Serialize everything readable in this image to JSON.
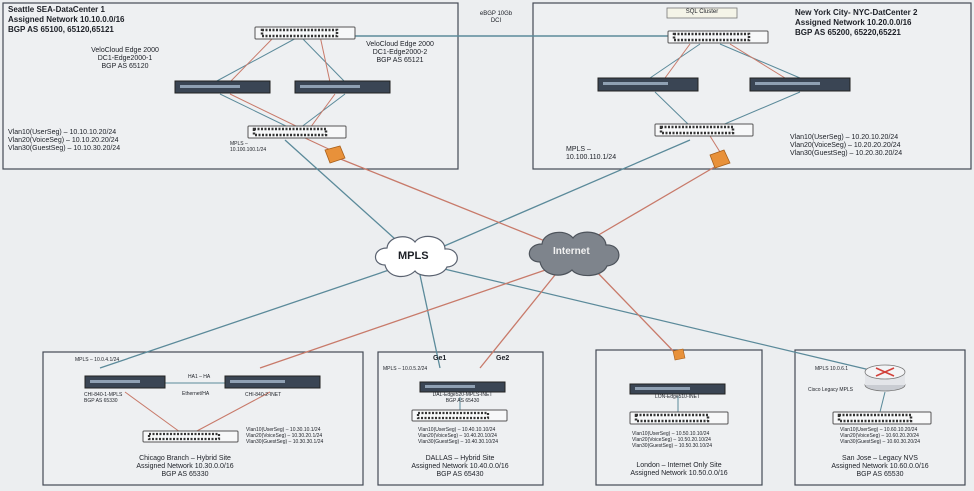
{
  "colors": {
    "mpls_link": "#5b8a9a",
    "internet_link": "#c87a6a",
    "box_border": "#444a55",
    "device_dark": "#2f3b4a",
    "firewall": "#e8913a"
  },
  "seattle": {
    "title": "Seattle SEA-DataCenter 1",
    "network": "Assigned Network 10.10.0.0/16",
    "bgp": "BGP AS 65100, 65120,65121",
    "edge1": [
      "VeloCloud Edge 2000",
      "DC1-Edge2000-1",
      "BGP AS 65120"
    ],
    "edge2": [
      "VeloCloud Edge 2000",
      "DC1-Edge2000-2",
      "BGP AS 65121"
    ],
    "vlans": [
      "Vlan10(UserSeg) – 10.10.10.20/24",
      "Vlan20(VoiceSeg) – 10.10.20.20/24",
      "Vlan30(GuestSeg) – 10.10.30.20/24"
    ],
    "mpls": [
      "MPLS –",
      "10.100.100.1/24"
    ]
  },
  "link": {
    "label": [
      "eBGP 10Gb",
      "DCI"
    ]
  },
  "nyc": {
    "sql": "SQL Cluster",
    "title": "New York City- NYC-DatCenter 2",
    "network": "Assigned Network 10.20.0.0/16",
    "bgp": "BGP AS 65200, 65220,65221",
    "vlans": [
      "Vlan10(UserSeg) – 10.20.10.20/24",
      "Vlan20(VoiceSeg) – 10.20.20.20/24",
      "Vlan30(GuestSeg) – 10.20.30.20/24"
    ],
    "mpls": [
      "MPLS –",
      "10.100.110.1/24"
    ]
  },
  "clouds": {
    "mpls": "MPLS",
    "internet": "Internet"
  },
  "chicago": {
    "mpls": "MPLS – 10.0.4.1/24",
    "edge1": [
      "CHI-840-1-MPLS",
      "BGP AS 65330"
    ],
    "edge2": "CHI-840-2-INET",
    "ha": "HA1 – HA",
    "ha2": "Ethernet/HA",
    "vlans": [
      "Vlan10(UserSeg) – 10.30.10.1/24",
      "Vlan20(VoiceSeg) – 10.30.20.1/24",
      "Vlan30(GuestSeg) – 10.30.30.1/24"
    ],
    "footer": [
      "Chicago Branch – Hybrid Site",
      "Assigned Network 10.30.0.0/16",
      "BGP AS 65330"
    ]
  },
  "dallas": {
    "ge1": "Ge1",
    "ge2": "Ge2",
    "mpls": "MPLS – 10.0.5.2/24",
    "edge": [
      "DAL-Edge520-MPLS-INET",
      "BGP AS 65430"
    ],
    "vlans": [
      "Vlan10(UserSeg) – 10.40.10.10/24",
      "Vlan20(VoiceSeg) – 10.40.20.10/24",
      "Vlan30(GuestSeg) – 10.40.30.10/24"
    ],
    "footer": [
      "DALLAS – Hybrid Site",
      "Assigned Network 10.40.0.0/16",
      "BGP AS 65430"
    ]
  },
  "london": {
    "edge": "LON-Edge510-INET",
    "vlans": [
      "Vlan10(UserSeg) – 10.50.10.10/24",
      "Vlan20(VoiceSeg) – 10.50.20.10/24",
      "Vlan30(GuestSeg) – 10.50.30.10/24"
    ],
    "footer": [
      "London – Internet Only Site",
      "Assigned Network 10.50.0.0/16"
    ]
  },
  "sanjose": {
    "mpls": "MPLS 10.0.6.1",
    "router": "Cisco Legacy MPLS",
    "vlans": [
      "Vlan10(UserSeg) – 10.60.10.20/24",
      "Vlan20(VoiceSeg) – 10.60.20.20/24",
      "Vlan30(GuestSeg) – 10.60.30.20/24"
    ],
    "footer": [
      "San Jose – Legacy NVS",
      "Assigned Network 10.60.0.0/16",
      "BGP AS 65530"
    ]
  }
}
